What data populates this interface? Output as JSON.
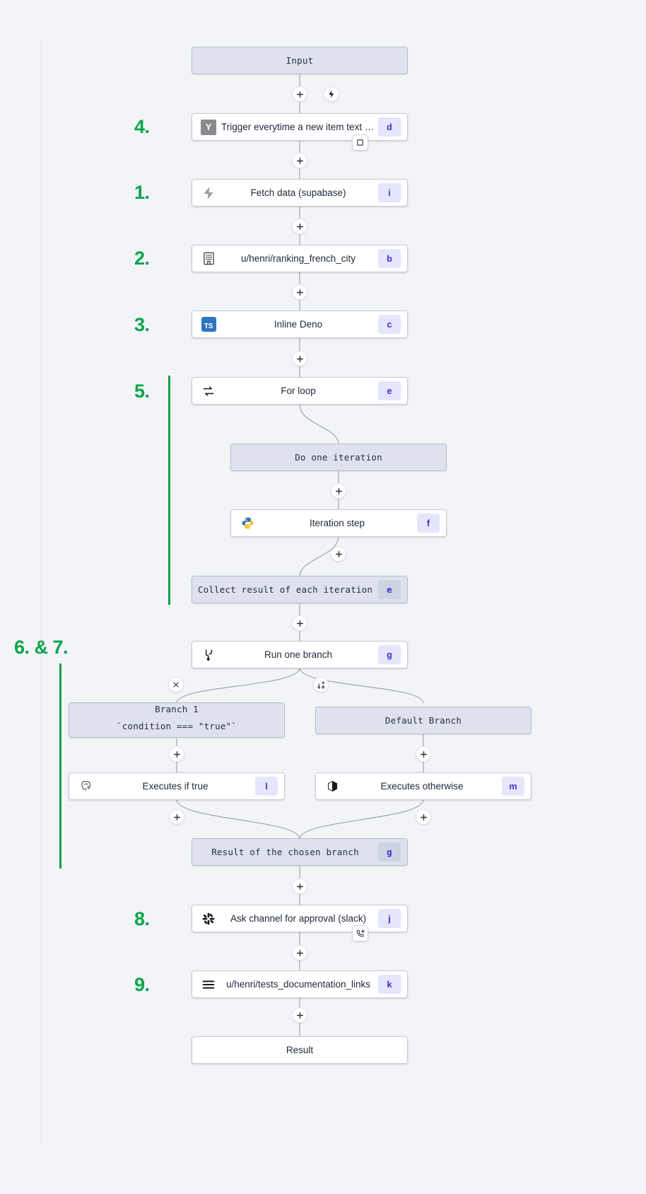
{
  "canvas": {
    "background": "#f2f4f7",
    "accent_green": "#0ba44a",
    "badge_bg": "#e5e6fb",
    "badge_fg": "#3b30c9",
    "virtual_node_bg": "#dde2ec",
    "module_node_bg": "#ffffff"
  },
  "annotations": [
    {
      "label": "4.",
      "name": "step-marker-4"
    },
    {
      "label": "1.",
      "name": "step-marker-1"
    },
    {
      "label": "2.",
      "name": "step-marker-2"
    },
    {
      "label": "3.",
      "name": "step-marker-3"
    },
    {
      "label": "5.",
      "name": "step-marker-5"
    },
    {
      "label": "6. & 7.",
      "name": "step-marker-6-7"
    },
    {
      "label": "8.",
      "name": "step-marker-8"
    },
    {
      "label": "9.",
      "name": "step-marker-9"
    }
  ],
  "nodes": {
    "input": {
      "label": "Input",
      "kind": "virtual",
      "icon": "none"
    },
    "trigger": {
      "label": "Trigger everytime a new item text o…",
      "kind": "module",
      "icon": "yaml-icon",
      "badge": "d"
    },
    "fetch": {
      "label": "Fetch data (supabase)",
      "kind": "module",
      "icon": "supabase-icon",
      "badge": "i"
    },
    "ranking": {
      "label": "u/henri/ranking_french_city",
      "kind": "module",
      "icon": "building-icon",
      "badge": "b"
    },
    "deno": {
      "label": "Inline Deno",
      "kind": "module",
      "icon": "typescript-icon",
      "badge": "c"
    },
    "forloop": {
      "label": "For loop",
      "kind": "module",
      "icon": "loop-icon",
      "badge": "e"
    },
    "iteration": {
      "label": "Do one iteration",
      "kind": "virtual",
      "icon": "none"
    },
    "iterstep": {
      "label": "Iteration step",
      "kind": "module",
      "icon": "python-icon",
      "badge": "f"
    },
    "collect": {
      "label": "Collect result of each iteration",
      "kind": "virtual",
      "icon": "none",
      "badge": "e"
    },
    "runbranch": {
      "label": "Run one branch",
      "kind": "module",
      "icon": "branch-icon",
      "badge": "g"
    },
    "branch1_line1": {
      "label": "Branch 1"
    },
    "branch1_line2": {
      "label": "`condition === \"true\"`"
    },
    "defaultbranch": {
      "label": "Default Branch",
      "kind": "virtual",
      "icon": "none"
    },
    "iftrue": {
      "label": "Executes if true",
      "kind": "module",
      "icon": "postgres-icon",
      "badge": "l"
    },
    "otherwise": {
      "label": "Executes otherwise",
      "kind": "module",
      "icon": "docker-icon",
      "badge": "m"
    },
    "chosen": {
      "label": "Result of the chosen branch",
      "kind": "virtual",
      "icon": "none",
      "badge": "g"
    },
    "approval": {
      "label": "Ask channel for approval (slack)",
      "kind": "module",
      "icon": "slack-icon",
      "badge": "j"
    },
    "docs": {
      "label": "u/henri/tests_documentation_links",
      "kind": "module",
      "icon": "menu-icon",
      "badge": "k"
    },
    "result": {
      "label": "Result",
      "kind": "module",
      "icon": "none"
    }
  },
  "handles": {
    "plus": "plus-icon",
    "bolt": "bolt-icon",
    "close": "close-icon",
    "add_branch": "add-branch-icon",
    "stop": "stop-square-icon",
    "callback": "phone-callback-icon"
  }
}
